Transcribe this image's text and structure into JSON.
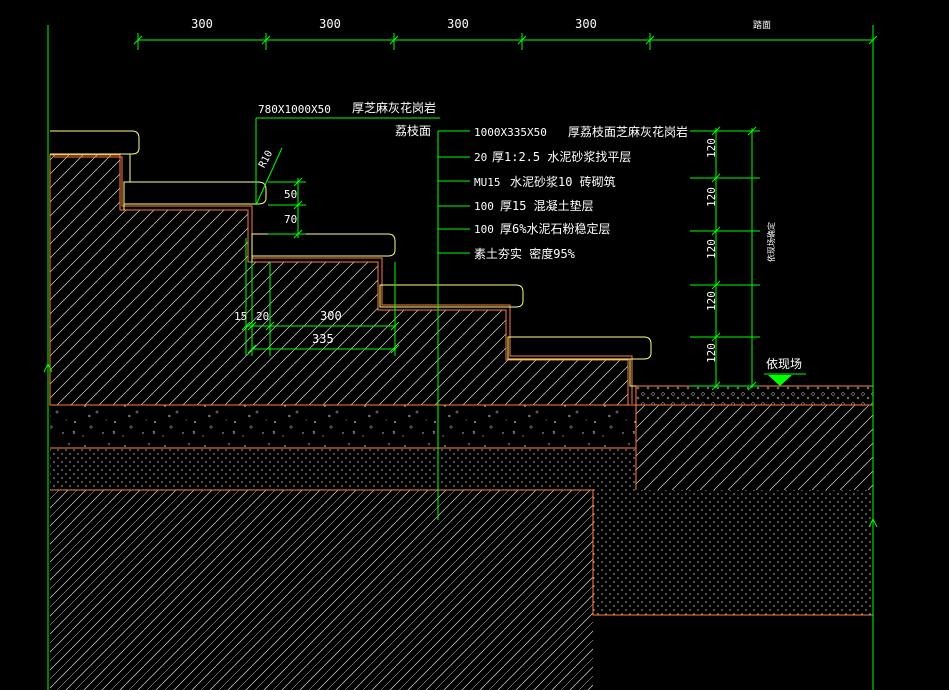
{
  "colors": {
    "background": "#000000",
    "dimension": "#00ff00",
    "text": "#ffffff",
    "stone": "#ffff80",
    "boundary": "#ff8040",
    "hatch": "#ffffff",
    "marker": "#00ff00"
  },
  "dimensions": {
    "top": [
      "300",
      "300",
      "300",
      "300",
      "踏面"
    ],
    "step_rise_50": "50",
    "step_rise_70": "70",
    "left_15": "15",
    "bottom_20": "20",
    "bottom_300": "300",
    "bottom_335": "335",
    "radius": "R10",
    "right_120": [
      "120",
      "120",
      "120",
      "120",
      "120"
    ],
    "right_vertical": "依现场确定"
  },
  "notes": {
    "tread_size": "780X1000X50",
    "tread_material": "厚芝麻灰花岗岩",
    "tread_finish": "荔枝面",
    "layers": [
      {
        "left": "1000X335X50",
        "right": "厚荔枝面芝麻灰花岗岩"
      },
      {
        "left": "20",
        "right": "厚1:2.5 水泥砂浆找平层"
      },
      {
        "left": "MU15",
        "right": "水泥砂浆10  砖砌筑"
      },
      {
        "left": "100",
        "right": "厚15  混凝土垫层"
      },
      {
        "left": "100",
        "right": "厚6%水泥石粉稳定层"
      },
      {
        "left": "素土夯实 密度95%",
        "right": ""
      }
    ],
    "site_label": "依现场"
  }
}
